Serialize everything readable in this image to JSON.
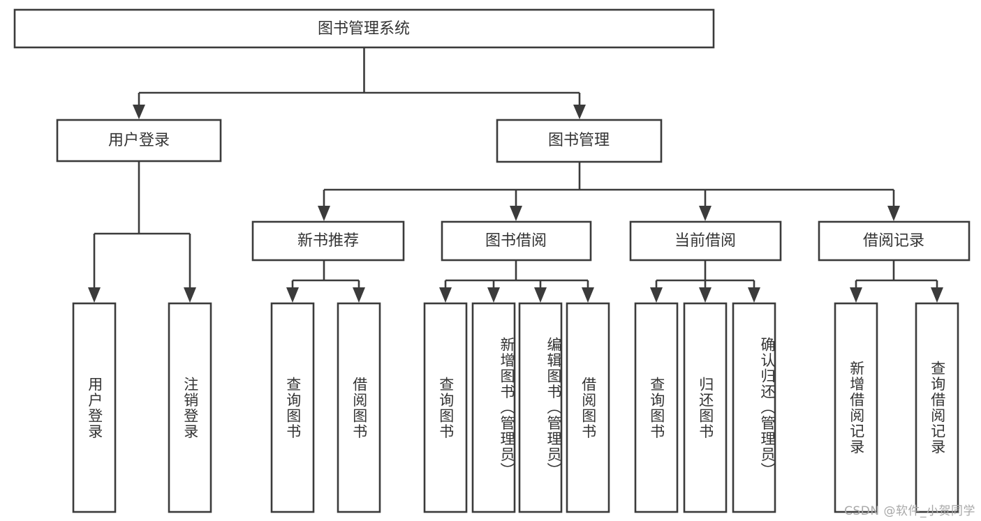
{
  "diagram": {
    "title": "图书管理系统",
    "type": "tree",
    "colors": {
      "stroke": "#3b3b3b",
      "fill": "#ffffff",
      "text": "#333333",
      "background": "#ffffff",
      "watermark": "#a8a8a8"
    },
    "levels": {
      "root": {
        "label": "图书管理系统"
      },
      "level2": [
        {
          "label": "用户登录"
        },
        {
          "label": "图书管理"
        }
      ],
      "level3": [
        {
          "label": "新书推荐"
        },
        {
          "label": "图书借阅"
        },
        {
          "label": "当前借阅"
        },
        {
          "label": "借阅记录"
        }
      ]
    },
    "leaves": {
      "user_login": [
        {
          "label": "用户登录"
        },
        {
          "label": "注销登录"
        }
      ],
      "new_book_recommend": [
        {
          "label": "查询图书"
        },
        {
          "label": "借阅图书"
        }
      ],
      "book_borrow": [
        {
          "label": "查询图书"
        },
        {
          "label": "新增图书（管理员）"
        },
        {
          "label": "编辑图书（管理员）"
        },
        {
          "label": "借阅图书"
        }
      ],
      "current_borrow": [
        {
          "label": "查询图书"
        },
        {
          "label": "归还图书"
        },
        {
          "label": "确认归还（管理员）"
        }
      ],
      "borrow_record": [
        {
          "label": "新增借阅记录"
        },
        {
          "label": "查询借阅记录"
        }
      ]
    }
  },
  "watermark": {
    "text": "CSDN @软件_小贺同学"
  }
}
